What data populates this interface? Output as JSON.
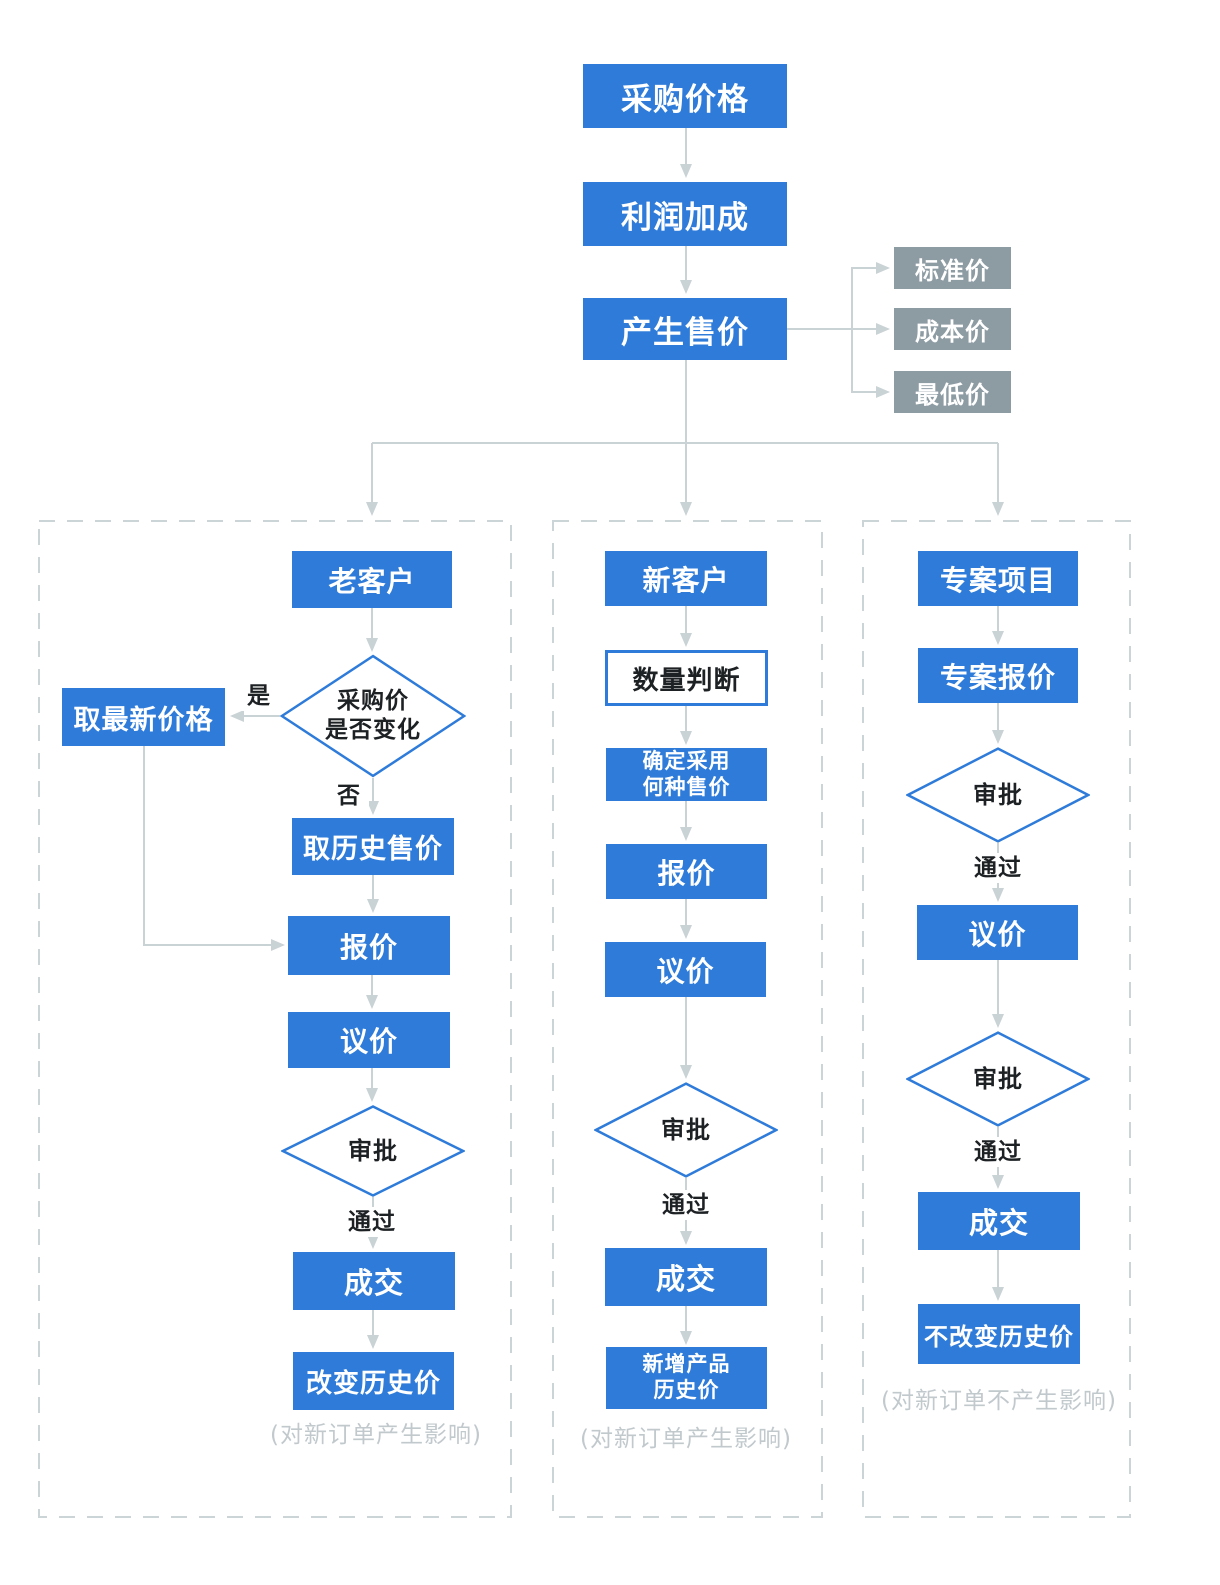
{
  "colors": {
    "node_blue": "#2E7BD9",
    "node_gray": "#8D9BA3",
    "connector_gray": "#C9D2D4",
    "dashed_border_gray": "#CBD5D7",
    "caption_gray": "#C1C9CD",
    "label_black": "#1D2124"
  },
  "top": {
    "purchase_price": "采购价格",
    "profit_markup": "利润加成",
    "produce_sell_price": "产生售价",
    "price_tiers": [
      "标准价",
      "成本价",
      "最低价"
    ]
  },
  "left": {
    "entry": "老客户",
    "decision": [
      "采购价",
      "是否变化"
    ],
    "take_latest_price": "取最新价格",
    "take_history_price": "取历史售价",
    "quote": "报价",
    "negotiate": "议价",
    "approve": "审批",
    "deal": "成交",
    "change_history_price": "改变历史价",
    "caption": "(对新订单产生影响)"
  },
  "middle": {
    "entry": "新客户",
    "quantity_judgement": "数量判断",
    "determine_price": [
      "确定采用",
      "何种售价"
    ],
    "quote": "报价",
    "negotiate": "议价",
    "approve": "审批",
    "deal": "成交",
    "add_product_history_price": [
      "新增产品",
      "历史价"
    ],
    "caption": "(对新订单产生影响)"
  },
  "right": {
    "entry": "专案项目",
    "special_quote": "专案报价",
    "approve1": "审批",
    "negotiate": "议价",
    "approve2": "审批",
    "deal": "成交",
    "keep_history_price": "不改变历史价",
    "caption": "(对新订单不产生影响)"
  },
  "edge_labels": {
    "yes": "是",
    "no": "否",
    "pass": "通过"
  }
}
